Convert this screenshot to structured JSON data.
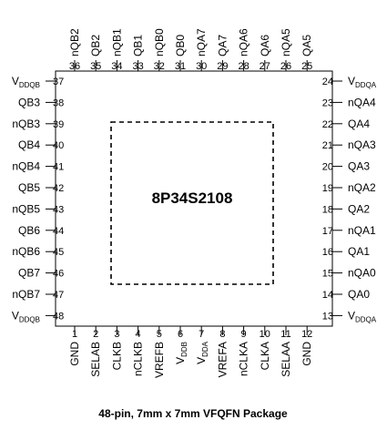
{
  "chip_label": "8P34S2108",
  "caption": "48-pin, 7mm x 7mm VFQFN Package",
  "pins": {
    "bottom": [
      {
        "num": "1",
        "label": "GND"
      },
      {
        "num": "2",
        "label": "SELAB"
      },
      {
        "num": "3",
        "label": "CLKB"
      },
      {
        "num": "4",
        "label": "nCLKB"
      },
      {
        "num": "5",
        "label": "VREFB"
      },
      {
        "num": "6",
        "label": "V",
        "sub": "DDB"
      },
      {
        "num": "7",
        "label": "V",
        "sub": "DDA"
      },
      {
        "num": "8",
        "label": "VREFA"
      },
      {
        "num": "9",
        "label": "nCLKA"
      },
      {
        "num": "10",
        "label": "CLKA"
      },
      {
        "num": "11",
        "label": "SELAA"
      },
      {
        "num": "12",
        "label": "GND"
      }
    ],
    "right": [
      {
        "num": "24",
        "label": "V",
        "sub": "DDQA"
      },
      {
        "num": "23",
        "label": "nQA4"
      },
      {
        "num": "22",
        "label": "QA4"
      },
      {
        "num": "21",
        "label": "nQA3"
      },
      {
        "num": "20",
        "label": "QA3"
      },
      {
        "num": "19",
        "label": "nQA2"
      },
      {
        "num": "18",
        "label": "QA2"
      },
      {
        "num": "17",
        "label": "nQA1"
      },
      {
        "num": "16",
        "label": "QA1"
      },
      {
        "num": "15",
        "label": "nQA0"
      },
      {
        "num": "14",
        "label": "QA0"
      },
      {
        "num": "13",
        "label": "V",
        "sub": "DDQA"
      }
    ],
    "top": [
      {
        "num": "36",
        "label": "nQB2"
      },
      {
        "num": "35",
        "label": "QB2"
      },
      {
        "num": "34",
        "label": "nQB1"
      },
      {
        "num": "33",
        "label": "QB1"
      },
      {
        "num": "32",
        "label": "nQB0"
      },
      {
        "num": "31",
        "label": "QB0"
      },
      {
        "num": "30",
        "label": "nQA7"
      },
      {
        "num": "29",
        "label": "QA7"
      },
      {
        "num": "28",
        "label": "nQA6"
      },
      {
        "num": "27",
        "label": "QA6"
      },
      {
        "num": "26",
        "label": "nQA5"
      },
      {
        "num": "25",
        "label": "QA5"
      }
    ],
    "left": [
      {
        "num": "37",
        "label": "V",
        "sub": "DDQB"
      },
      {
        "num": "38",
        "label": "QB3"
      },
      {
        "num": "39",
        "label": "nQB3"
      },
      {
        "num": "40",
        "label": "QB4"
      },
      {
        "num": "41",
        "label": "nQB4"
      },
      {
        "num": "42",
        "label": "QB5"
      },
      {
        "num": "43",
        "label": "nQB5"
      },
      {
        "num": "44",
        "label": "QB6"
      },
      {
        "num": "45",
        "label": "nQB6"
      },
      {
        "num": "46",
        "label": "QB7"
      },
      {
        "num": "47",
        "label": "nQB7"
      },
      {
        "num": "48",
        "label": "V",
        "sub": "DDQB"
      }
    ]
  }
}
